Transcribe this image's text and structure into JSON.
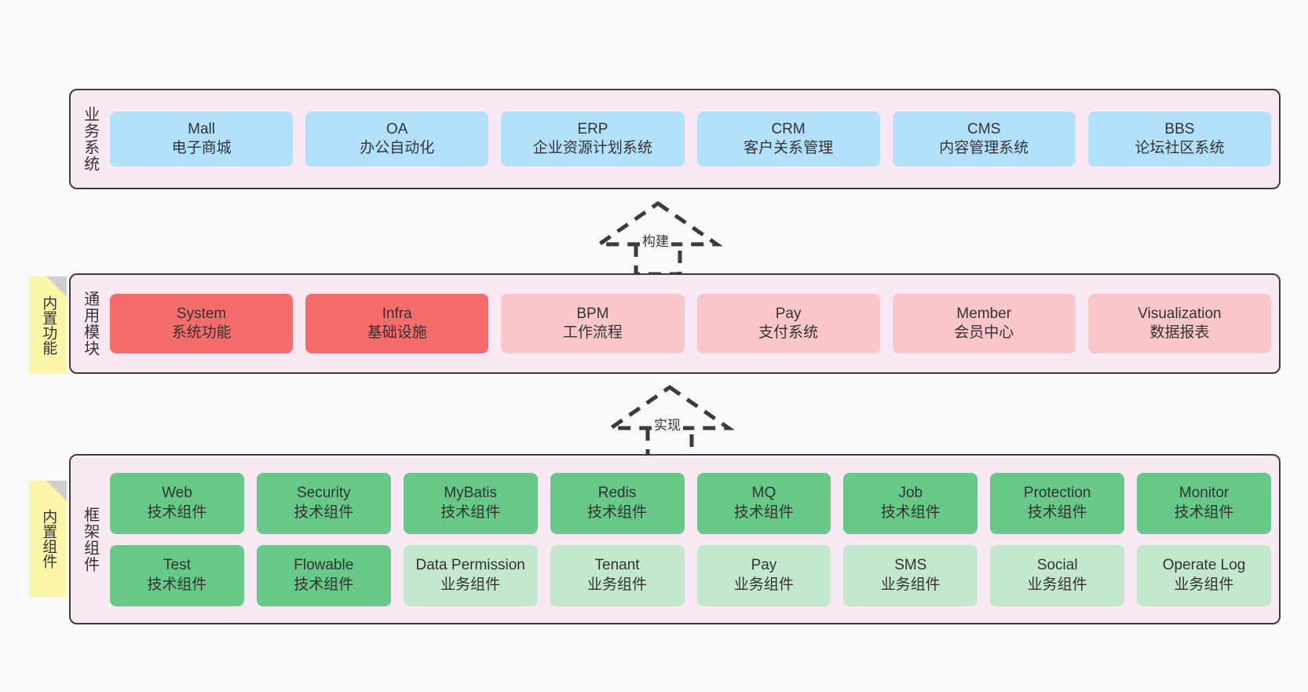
{
  "diagram": {
    "title": "",
    "background": "#fafafa",
    "colors": {
      "panel_bg": "#f8e9f4",
      "panel_border": "#3b3b3b",
      "blue": "#b3e0fb",
      "red": "#f56c6c",
      "pink": "#fbc6ca",
      "green": "#67c887",
      "light_green": "#c4e8cd",
      "sticky_yellow": "#fcf7a8",
      "text": "#333333"
    }
  },
  "layers": [
    {
      "id": "business",
      "title": "业务系统",
      "sticky": null,
      "rows": [
        {
          "cells": [
            {
              "en": "Mall",
              "cn": "电子商城",
              "color": "blue"
            },
            {
              "en": "OA",
              "cn": "办公自动化",
              "color": "blue"
            },
            {
              "en": "ERP",
              "cn": "企业资源计划系统",
              "color": "blue"
            },
            {
              "en": "CRM",
              "cn": "客户关系管理",
              "color": "blue"
            },
            {
              "en": "CMS",
              "cn": "内容管理系统",
              "color": "blue"
            },
            {
              "en": "BBS",
              "cn": "论坛社区系统",
              "color": "blue"
            }
          ]
        }
      ]
    },
    {
      "id": "modules",
      "title": "通用模块",
      "sticky": "内置功能",
      "rows": [
        {
          "cells": [
            {
              "en": "System",
              "cn": "系统功能",
              "color": "red"
            },
            {
              "en": "Infra",
              "cn": "基础设施",
              "color": "red"
            },
            {
              "en": "BPM",
              "cn": "工作流程",
              "color": "pink"
            },
            {
              "en": "Pay",
              "cn": "支付系统",
              "color": "pink"
            },
            {
              "en": "Member",
              "cn": "会员中心",
              "color": "pink"
            },
            {
              "en": "Visualization",
              "cn": "数据报表",
              "color": "pink"
            }
          ]
        }
      ]
    },
    {
      "id": "framework",
      "title": "框架组件",
      "sticky": "内置组件",
      "rows": [
        {
          "cells": [
            {
              "en": "Web",
              "cn": "技术组件",
              "color": "green"
            },
            {
              "en": "Security",
              "cn": "技术组件",
              "color": "green"
            },
            {
              "en": "MyBatis",
              "cn": "技术组件",
              "color": "green"
            },
            {
              "en": "Redis",
              "cn": "技术组件",
              "color": "green"
            },
            {
              "en": "MQ",
              "cn": "技术组件",
              "color": "green"
            },
            {
              "en": "Job",
              "cn": "技术组件",
              "color": "green"
            },
            {
              "en": "Protection",
              "cn": "技术组件",
              "color": "green"
            },
            {
              "en": "Monitor",
              "cn": "技术组件",
              "color": "green"
            }
          ]
        },
        {
          "cells": [
            {
              "en": "Test",
              "cn": "技术组件",
              "color": "green"
            },
            {
              "en": "Flowable",
              "cn": "技术组件",
              "color": "green"
            },
            {
              "en": "Data Permission",
              "cn": "业务组件",
              "color": "light_green"
            },
            {
              "en": "Tenant",
              "cn": "业务组件",
              "color": "light_green"
            },
            {
              "en": "Pay",
              "cn": "业务组件",
              "color": "light_green"
            },
            {
              "en": "SMS",
              "cn": "业务组件",
              "color": "light_green"
            },
            {
              "en": "Social",
              "cn": "业务组件",
              "color": "light_green"
            },
            {
              "en": "Operate Log",
              "cn": "业务组件",
              "color": "light_green"
            }
          ]
        }
      ]
    }
  ],
  "connectors": [
    {
      "id": "build",
      "label": "构建",
      "from": "modules",
      "to": "business",
      "style": "dashed-hollow-triangle"
    },
    {
      "id": "impl",
      "label": "实现",
      "from": "framework",
      "to": "modules",
      "style": "dashed-hollow-triangle"
    }
  ]
}
